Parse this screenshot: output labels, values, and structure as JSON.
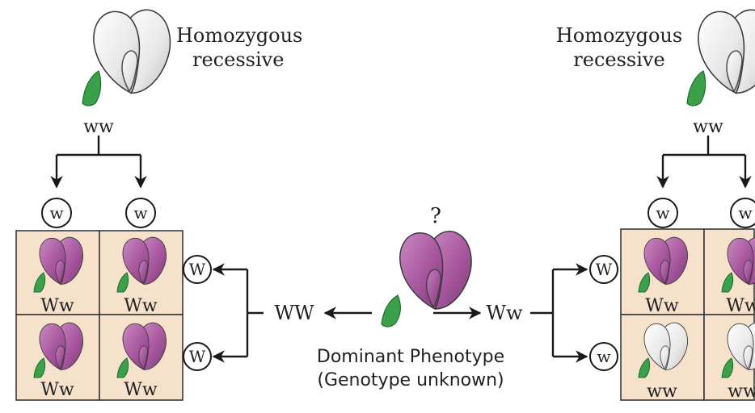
{
  "parent_left": {
    "label_line1": "Homozygous",
    "label_line2": "recessive",
    "genotype": "ww"
  },
  "parent_right": {
    "label_line1": "Homozygous",
    "label_line2": "recessive",
    "genotype": "ww"
  },
  "left_cross": {
    "top_gametes": [
      "w",
      "w"
    ],
    "side_gametes": [
      "W",
      "W"
    ],
    "cells": [
      "Ww",
      "Ww",
      "Ww",
      "Ww"
    ],
    "genotype": "WW"
  },
  "right_cross": {
    "top_gametes": [
      "w",
      "w"
    ],
    "side_gametes": [
      "W",
      "w"
    ],
    "cells": [
      "Ww",
      "Ww",
      "ww",
      "ww"
    ],
    "genotype": "Ww"
  },
  "unknown": {
    "question_mark": "?",
    "caption_line1": "Dominant Phenotype",
    "caption_line2": "(Genotype unknown)"
  },
  "colors": {
    "dominant_flower": "#a8579e",
    "recessive_flower": "#e6e6e6",
    "leaf": "#3aa04a",
    "cell_background": "#f6e1cb"
  }
}
